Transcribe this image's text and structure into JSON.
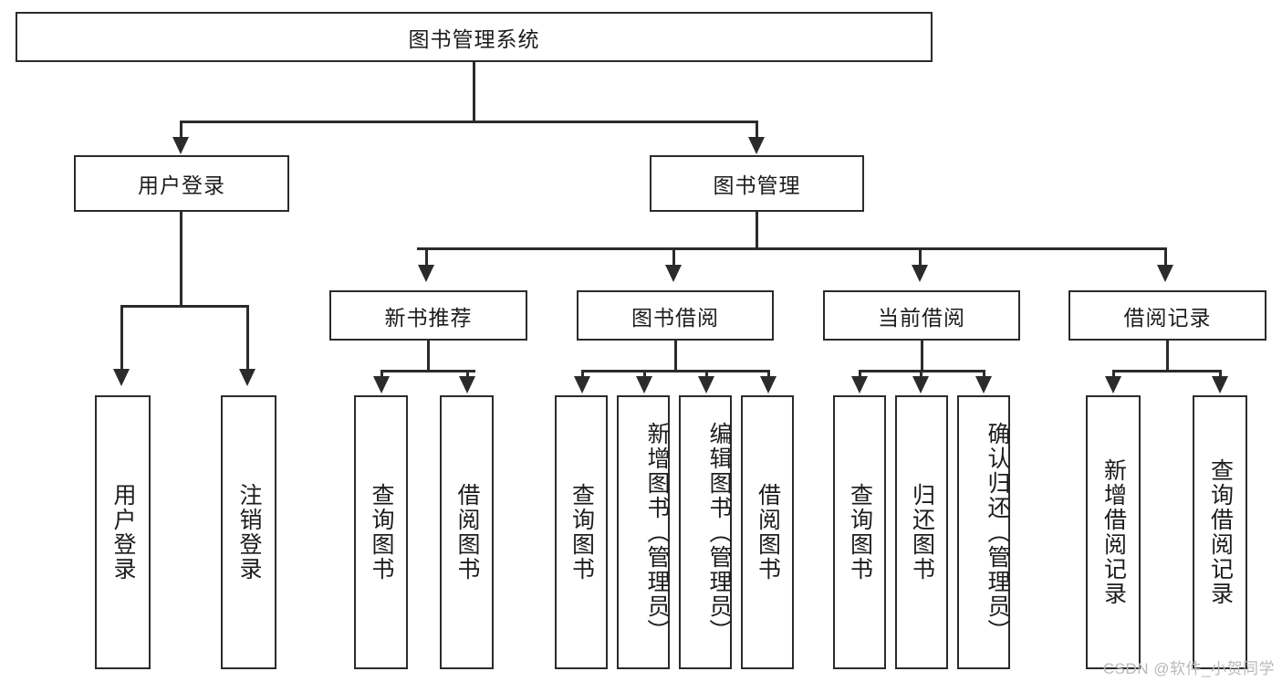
{
  "diagram": {
    "type": "tree",
    "title": "图书管理系统",
    "watermark": "CSDN @软件_小贺同学",
    "root": {
      "label": "图书管理系统"
    },
    "level2": [
      {
        "label": "用户登录"
      },
      {
        "label": "图书管理"
      }
    ],
    "level3": [
      {
        "label": "新书推荐"
      },
      {
        "label": "图书借阅"
      },
      {
        "label": "当前借阅"
      },
      {
        "label": "借阅记录"
      }
    ],
    "leaves": {
      "user_login": [
        {
          "label": "用户登录"
        },
        {
          "label": "注销登录"
        }
      ],
      "new_book": [
        {
          "label": "查询图书"
        },
        {
          "label": "借阅图书"
        }
      ],
      "book_borrow": [
        {
          "label": "查询图书"
        },
        {
          "label": "新增图书（管理员）"
        },
        {
          "label": "编辑图书（管理员）"
        },
        {
          "label": "借阅图书"
        }
      ],
      "current_borrow": [
        {
          "label": "查询图书"
        },
        {
          "label": "归还图书"
        },
        {
          "label": "确认归还（管理员）"
        }
      ],
      "borrow_record": [
        {
          "label": "新增借阅记录"
        },
        {
          "label": "查询借阅记录"
        }
      ]
    },
    "colors": {
      "stroke": "#2b2b2b",
      "background": "#ffffff",
      "text": "#1c1c1c",
      "watermark": "#b9b9b9"
    }
  }
}
